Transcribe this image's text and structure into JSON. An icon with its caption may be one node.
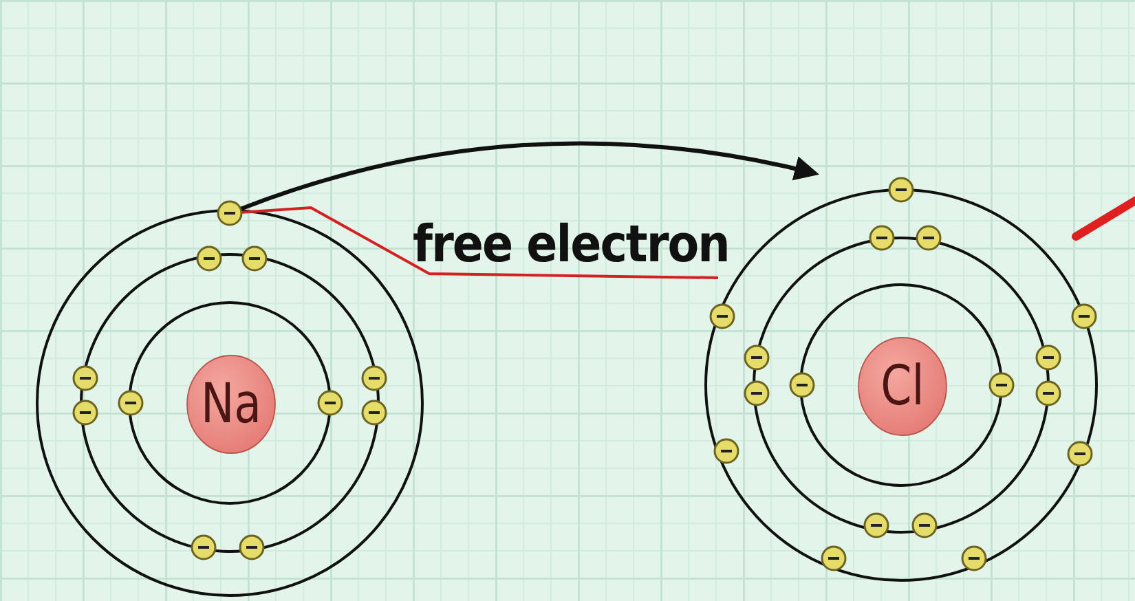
{
  "diagram": {
    "nodes": [
      {
        "text": [
          "Na"
        ]
      },
      {
        "text": [
          "Cl"
        ]
      },
      {
        "text": [
          "free electron"
        ]
      },
      {
        "text": [],
        "shape": "circle"
      }
    ],
    "edges": [
      {
        "from": 3,
        "to": null,
        "arrow": "to"
      },
      {
        "from": 2,
        "to": 3,
        "arrow": "none",
        "color": "#d42020"
      }
    ]
  }
}
